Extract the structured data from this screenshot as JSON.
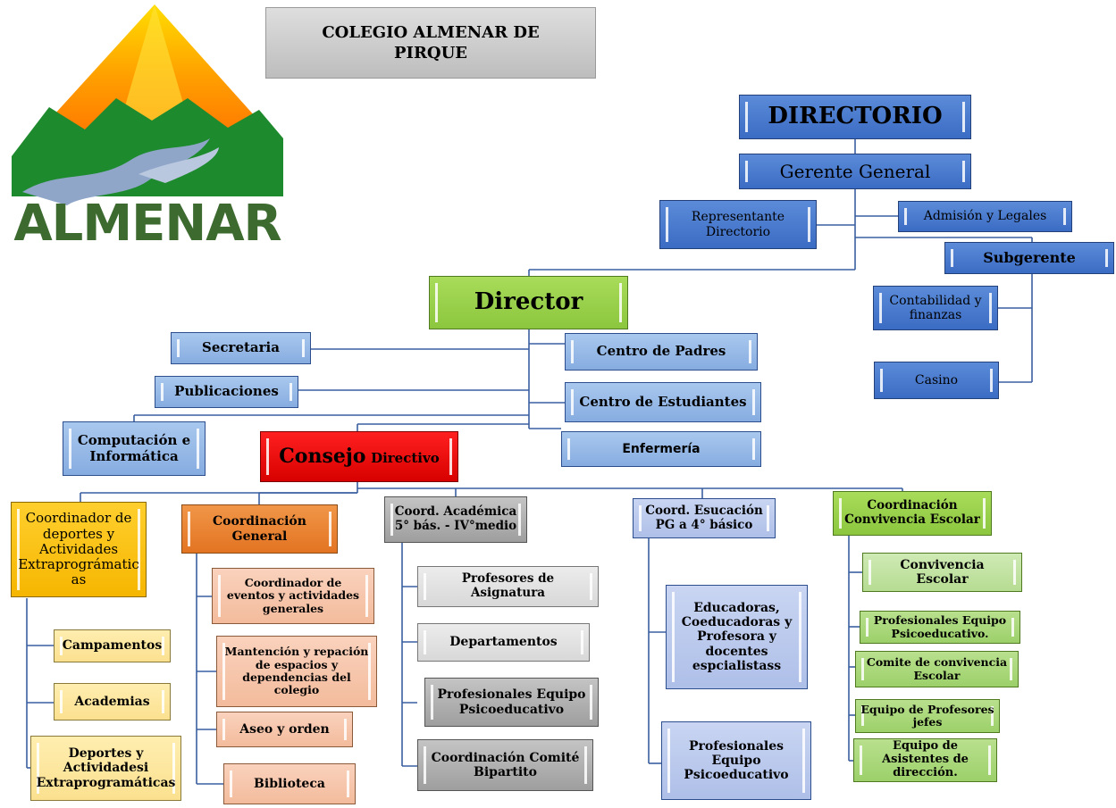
{
  "school_title": "COLEGIO ALMENAR DE PIRQUE",
  "logo_text": "ALMENAR",
  "nodes": {
    "directorio": "DIRECTORIO",
    "gerente": "Gerente General",
    "representante": "Representante Directorio",
    "admision": "Admisión y Legales",
    "subgerente": "Subgerente",
    "contabilidad": "Contabilidad y finanzas",
    "casino": "Casino",
    "director": "Director",
    "secretaria": "Secretaria",
    "publicaciones": "Publicaciones",
    "computacion": "Computación e Informática",
    "centro_padres": "Centro de Padres",
    "centro_estudiantes": "Centro de  Estudiantes",
    "enfermeria": "Enfermería",
    "consejo": "Consejo",
    "consejo_sub": "Directivo",
    "coord_deportes": "Coordinador de deportes y Actividades Extraprográmatic as",
    "campamentos": "Campamentos",
    "academias": "Academias",
    "deportes_act": "Deportes y Actividadesi Extraprogramáticas",
    "coord_general": "Coordinación General",
    "coord_eventos": "Coordinador de eventos y actividades generales",
    "mantencion": "Mantención y repación de espacios y dependencias del colegio",
    "aseo": "Aseo y orden",
    "biblioteca": "Biblioteca",
    "coord_academica": "Coord. Académica 5° bás. - IV°medio",
    "profesores_asignatura": "Profesores de Asignatura",
    "departamentos": "Departamentos",
    "prof_equipo_psico_a": "Profesionales Equipo Psicoeducativo",
    "coord_comite": "Coordinación Comité Bipartito",
    "coord_educacion": "Coord. Esucación PG a 4° básico",
    "educadoras": "Educadoras, Coeducadoras y Profesora y docentes espcialistass",
    "prof_equipo_psico_b": "Profesionales Equipo Psicoeducativo",
    "coord_convivencia": "Coordinación Convivencia Escolar",
    "convivencia_escolar": "Convivencia Escolar",
    "prof_equipo_psico_c": "Profesionales Equipo Psicoeducativo.",
    "comite_convivencia": "Comite de convivencia Escolar",
    "equipo_profesores": "Equipo de Profesores jefes",
    "equipo_asistentes": "Equipo de Asistentes de dirección."
  }
}
